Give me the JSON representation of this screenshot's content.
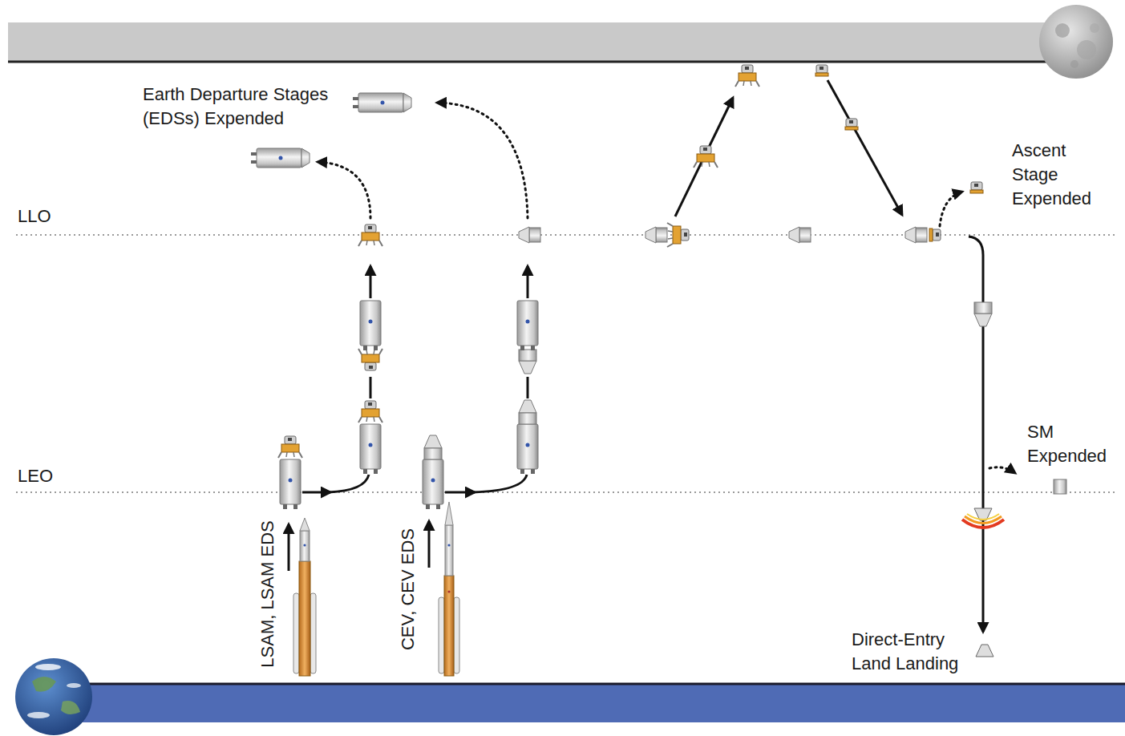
{
  "diagram": {
    "labels": [
      "Earth Departure Stages (EDSs) Expended",
      "Ascent Stage Expended",
      "LLO",
      "SM Expended",
      "LEO",
      "LSAM, LSAM EDS",
      "CEV, CEV EDS",
      "Direct-Entry Land Landing"
    ]
  }
}
